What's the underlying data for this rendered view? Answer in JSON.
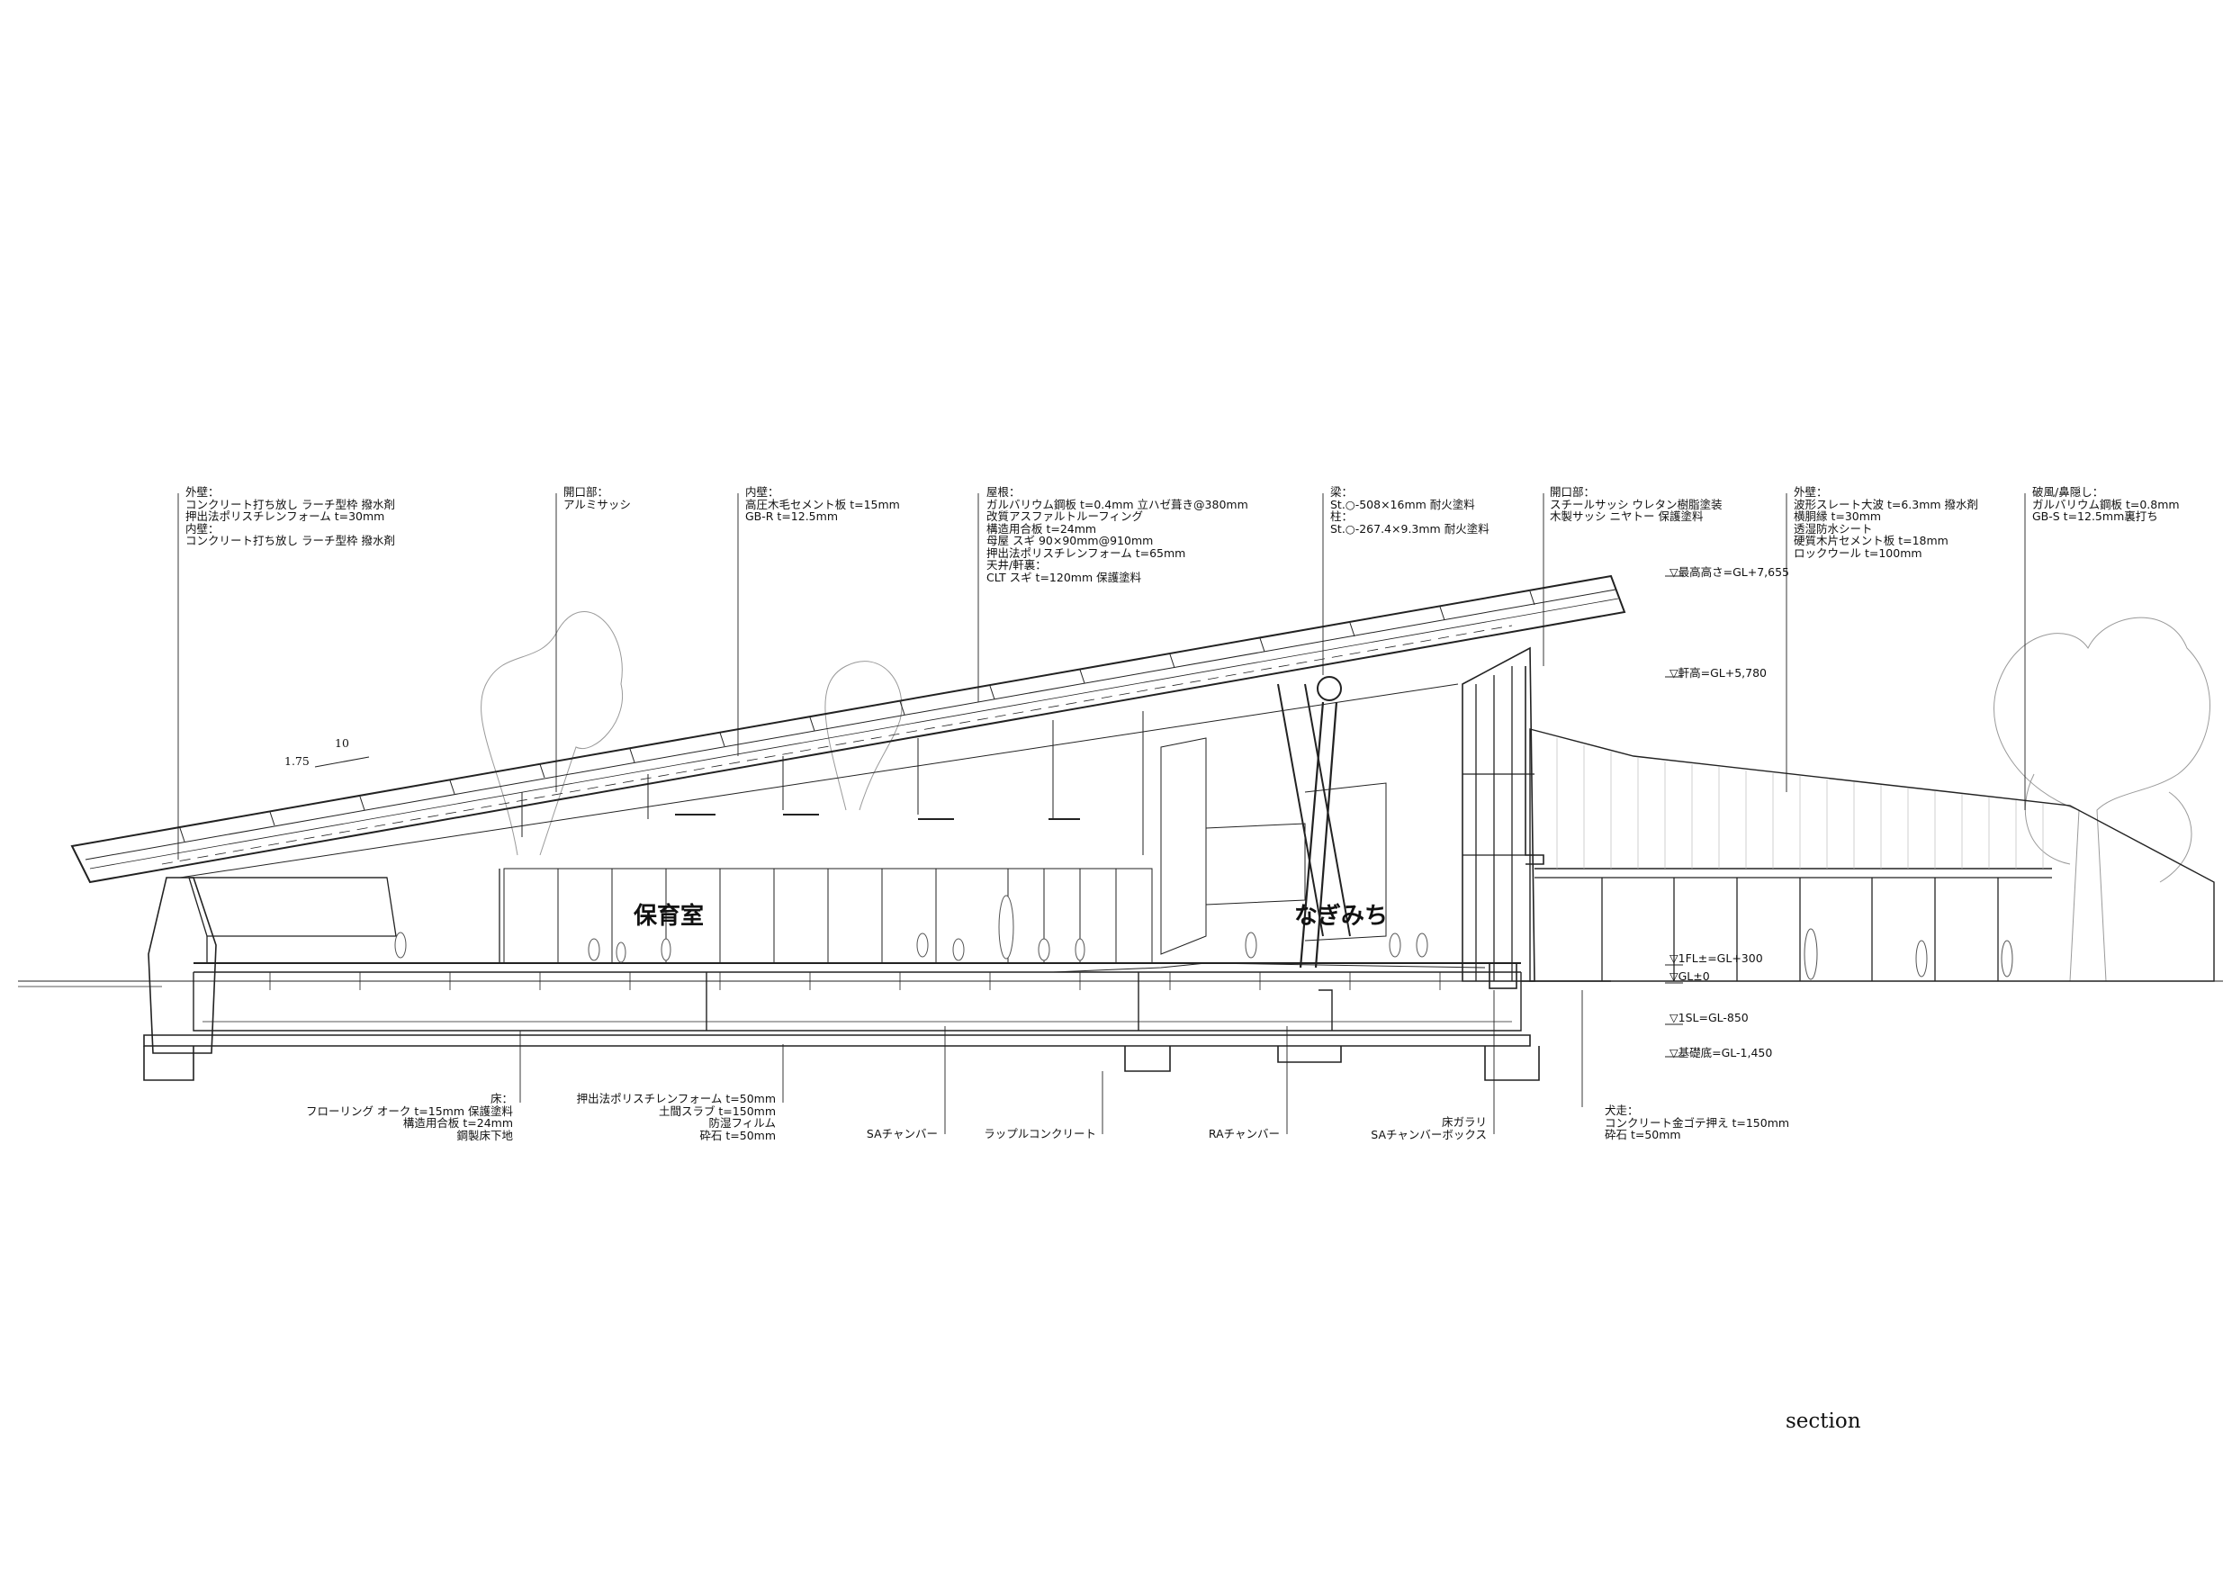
{
  "caption": "section",
  "slope": {
    "run": "10",
    "rise": "1.75"
  },
  "rooms": {
    "nursery": "保育室",
    "nagimichi": "なぎみち"
  },
  "top_notes": [
    {
      "id": "ext-wall",
      "title": "外壁：",
      "lines": [
        "コンクリート打ち放し ラーチ型枠 撥水剤",
        "押出法ポリスチレンフォーム t=30mm",
        "内壁：",
        "コンクリート打ち放し ラーチ型枠 撥水剤"
      ]
    },
    {
      "id": "opening-1",
      "title": "開口部：",
      "lines": [
        "アルミサッシ"
      ]
    },
    {
      "id": "int-wall",
      "title": "内壁：",
      "lines": [
        "高圧木毛セメント板 t=15mm",
        "GB-R t=12.5mm"
      ]
    },
    {
      "id": "roof",
      "title": "屋根：",
      "lines": [
        "ガルバリウム鋼板 t=0.4mm 立ハゼ葺き@380mm",
        "改質アスファルトルーフィング",
        "構造用合板 t=24mm",
        "母屋 スギ 90×90mm@910mm",
        "押出法ポリスチレンフォーム t=65mm",
        "天井/軒裏：",
        "CLT スギ t=120mm 保護塗料"
      ]
    },
    {
      "id": "beam",
      "title": "梁：",
      "lines": [
        "St.○-508×16mm 耐火塗料",
        "柱：",
        "St.○-267.4×9.3mm 耐火塗料"
      ]
    },
    {
      "id": "opening-2",
      "title": "開口部：",
      "lines": [
        "スチールサッシ ウレタン樹脂塗装",
        "木製サッシ ニヤトー 保護塗料"
      ]
    },
    {
      "id": "ext-wall-2",
      "title": "外壁：",
      "lines": [
        "波形スレート大波 t=6.3mm 撥水剤",
        "横胴縁 t=30mm",
        "透湿防水シート",
        "硬質木片セメント板 t=18mm",
        "ロックウール t=100mm"
      ]
    },
    {
      "id": "verge",
      "title": "破風/鼻隠し：",
      "lines": [
        "ガルバリウム鋼板 t=0.8mm",
        "GB-S t=12.5mm裏打ち"
      ]
    }
  ],
  "levels": [
    {
      "id": "max-height",
      "label": "▽最高高さ=GL+7,655"
    },
    {
      "id": "eave-height",
      "label": "▽軒高=GL+5,780"
    },
    {
      "id": "1fl",
      "label": "▽1FL±=GL+300"
    },
    {
      "id": "gl",
      "label": "▽GL±0"
    },
    {
      "id": "1sl",
      "label": "▽1SL=GL-850"
    },
    {
      "id": "foundation",
      "label": "▽基礎底=GL-1,450"
    }
  ],
  "bottom_notes": [
    {
      "id": "floor",
      "title": "床：",
      "lines": [
        "フローリング オーク t=15mm 保護塗料",
        "構造用合板 t=24mm",
        "鋼製床下地"
      ]
    },
    {
      "id": "slab",
      "title": "",
      "lines": [
        "押出法ポリスチレンフォーム t=50mm",
        "土間スラブ t=150mm",
        "防湿フィルム",
        "砕石 t=50mm"
      ]
    },
    {
      "id": "sa-chamber",
      "title": "",
      "lines": [
        "SAチャンバー"
      ]
    },
    {
      "id": "rubble",
      "title": "",
      "lines": [
        "ラップルコンクリート"
      ]
    },
    {
      "id": "ra-chamber",
      "title": "",
      "lines": [
        "RAチャンバー"
      ]
    },
    {
      "id": "floor-grille",
      "title": "",
      "lines": [
        "床ガラリ",
        "SAチャンバーボックス"
      ]
    },
    {
      "id": "dog-run",
      "title": "犬走：",
      "lines": [
        "コンクリート金ゴテ押え t=150mm",
        "砕石 t=50mm"
      ]
    }
  ]
}
